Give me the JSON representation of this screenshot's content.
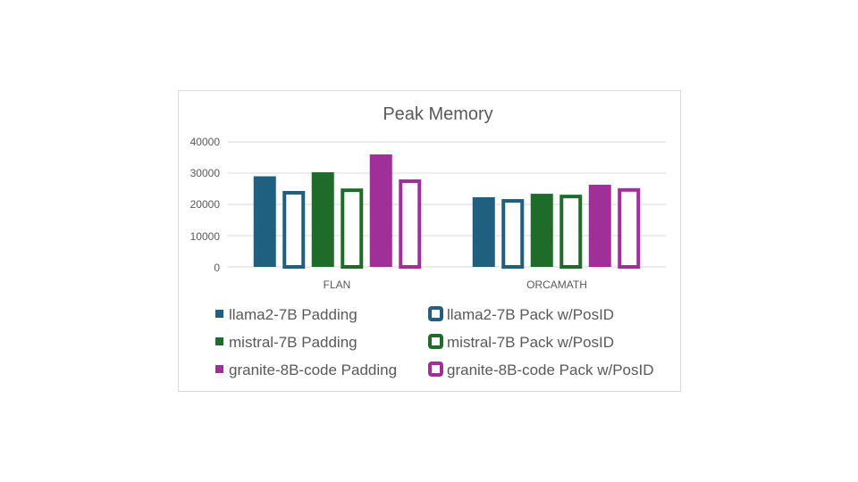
{
  "chart_data": {
    "type": "bar",
    "title": "Peak Memory",
    "categories": [
      "FLAN",
      "ORCAMATH"
    ],
    "y_ticks": [
      "40000",
      "30000",
      "20000",
      "10000",
      "0"
    ],
    "ylim": [
      0,
      40000
    ],
    "grid": true,
    "legend_position": "bottom",
    "series": [
      {
        "name": "llama2-7B Padding",
        "values": [
          29000,
          22300
        ],
        "color": "#1f5f7f",
        "style": "filled"
      },
      {
        "name": "llama2-7B Pack w/PosID",
        "values": [
          24300,
          21700
        ],
        "color": "#1f5f7f",
        "style": "outline"
      },
      {
        "name": "mistral-7B Padding",
        "values": [
          30300,
          23400
        ],
        "color": "#1f6b2a",
        "style": "filled"
      },
      {
        "name": "mistral-7B Pack w/PosID",
        "values": [
          25100,
          23100
        ],
        "color": "#1f6b2a",
        "style": "outline"
      },
      {
        "name": "granite-8B-code Padding",
        "values": [
          36000,
          26300
        ],
        "color": "#a02f9a",
        "style": "filled"
      },
      {
        "name": "granite-8B-code Pack w/PosID",
        "values": [
          28000,
          25200
        ],
        "color": "#a02f9a",
        "style": "outline"
      }
    ]
  }
}
